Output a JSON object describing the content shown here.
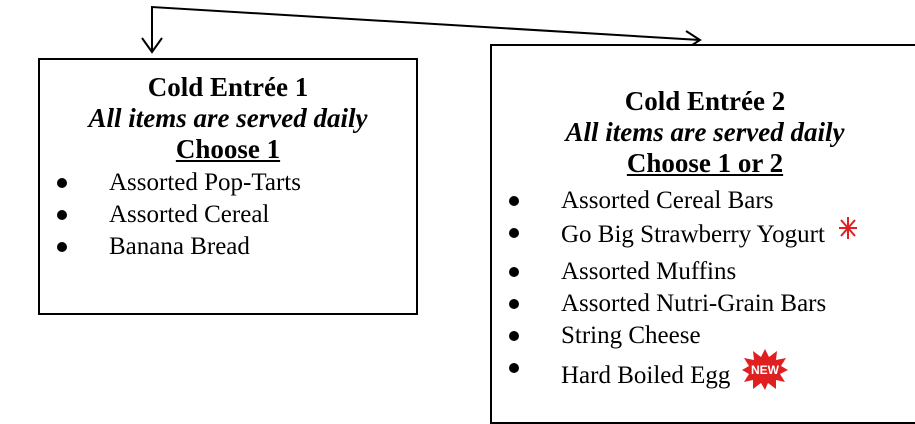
{
  "colors": {
    "border": "#000000",
    "badge_red": "#e02020",
    "badge_text": "#ffffff"
  },
  "cold_entree_1": {
    "title": "Cold Entrée 1",
    "subtitle": "All items are served daily",
    "choose": "Choose 1",
    "items": [
      {
        "label": "Assorted Pop-Tarts"
      },
      {
        "label": "Assorted Cereal"
      },
      {
        "label": "Banana Bread"
      }
    ]
  },
  "cold_entree_2": {
    "title": "Cold Entrée 2",
    "subtitle": "All items are served daily",
    "choose": "Choose 1 or 2",
    "items": [
      {
        "label": "Assorted Cereal Bars"
      },
      {
        "label": "Go Big Strawberry Yogurt",
        "badge": "new-starburst-icon"
      },
      {
        "label": "Assorted Muffins"
      },
      {
        "label": "Assorted Nutri-Grain Bars"
      },
      {
        "label": "String Cheese"
      },
      {
        "label": "Hard Boiled Egg",
        "badge": "new-starburst-icon",
        "badge_text": "NEW"
      }
    ]
  }
}
